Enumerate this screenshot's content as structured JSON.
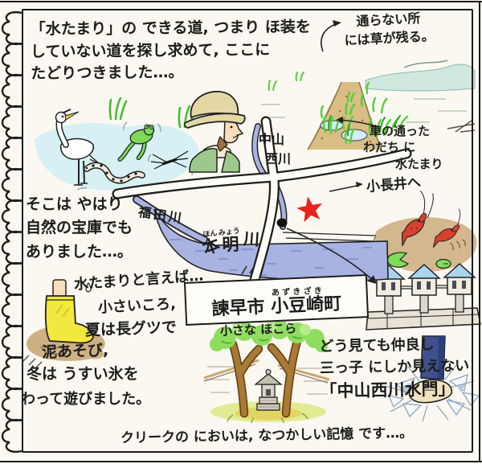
{
  "page": {
    "kind": "hand-drawn illustrated map diary page"
  },
  "palette": {
    "ink": "#1c1c1c",
    "paper": "#fbf8f1",
    "river": "#a9b3e2",
    "pond": "#cfeef3",
    "grass": "#52d13a",
    "mud": "#c9a877",
    "crayfish": "#d8402f",
    "lilypad": "#7ede57",
    "star": "#e8231c",
    "roof": "#a9d5ef",
    "boot": "#f2e83e",
    "trunk": "#a87a35",
    "hat": "#e4d7a4",
    "pants": "#3d518f",
    "hills": "#cfe9df"
  },
  "intro": {
    "l1": "「水たまり」の できる道, つまり ほ装を",
    "l2": "していない道を探し求めて, ここに",
    "l3": "たどりつきました…。"
  },
  "grass_note": {
    "l1": "通らない所",
    "l2": "には草が残る。"
  },
  "ruts_note": {
    "l1": "車の通った",
    "l2": "わだち に",
    "l3": "水たまり"
  },
  "map": {
    "nakayama_nishikawa": {
      "l1": "中山",
      "l2": "西川"
    },
    "to_konagai": "小長井へ",
    "fukuda_river": "福田川",
    "honmyo_river": {
      "f1": "ほん",
      "k1": "本",
      "f2": "みょう",
      "k2": "明",
      "k3": "川"
    },
    "city_box": {
      "prefix": "諫早市",
      "base": "小豆崎",
      "furigana": "あずきざき",
      "suffix": "町"
    }
  },
  "nature": {
    "l1": "そこは やはり",
    "l2": "自然の宝庫でも",
    "l3": "ありました…。"
  },
  "memory": {
    "l1": "水たまりと言えば…",
    "l2": "小さいころ,",
    "l3": "夏は長グツで",
    "l4": "泥あそび,",
    "l5": "冬は うすい氷を",
    "l6": "わって遊びました。"
  },
  "shrine_label": "小さな ほこら",
  "gates_note": {
    "l1": "どう見ても仲良し",
    "l2": "三っ子 にしか見えない",
    "l3": "「中山西川水門」"
  },
  "closing": "クリークの においは, なつかしい記憶 です…。",
  "scenes": [
    "pond-wildlife",
    "walker-with-hat",
    "unpaved-road",
    "crayfish-in-creek",
    "triple-sluice-gates",
    "small-shrine",
    "rubber-boot-in-mud",
    "shoe-breaking-ice"
  ]
}
